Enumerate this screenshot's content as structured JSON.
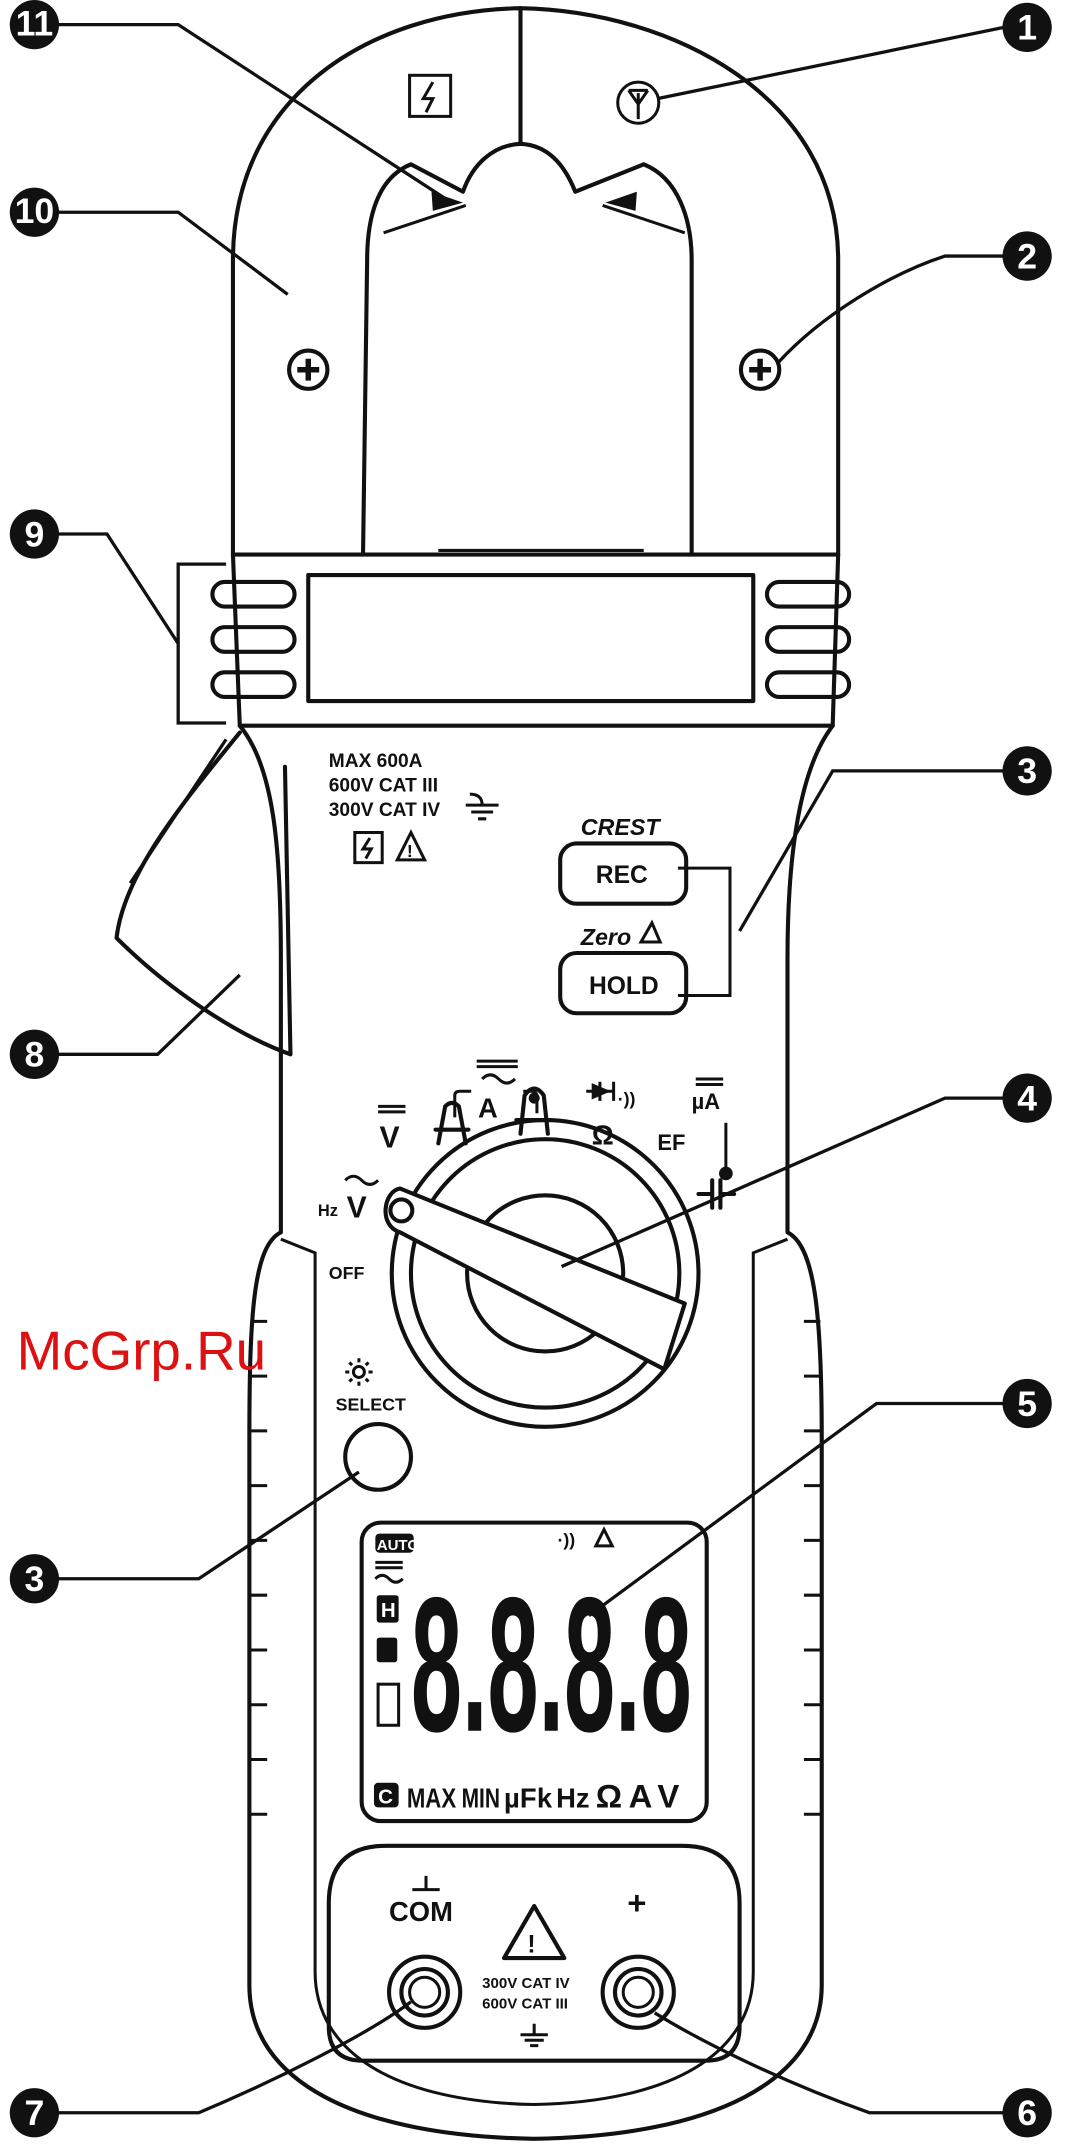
{
  "callouts": [
    "1",
    "2",
    "3",
    "4",
    "5",
    "6",
    "7",
    "8",
    "9",
    "10",
    "11",
    "3"
  ],
  "ratings": {
    "line1": "MAX 600A",
    "line2": "600V CAT III",
    "line3": "300V CAT IV"
  },
  "buttons": {
    "rec_top_label": "CREST",
    "rec": "REC",
    "hold_top_label": "Zero",
    "hold": "HOLD",
    "select": "SELECT"
  },
  "dial": {
    "amps": "A",
    "ohm": "Ω",
    "micro_amps": "µA",
    "ef": "EF",
    "volts_dc": "V",
    "volts_ac": "V",
    "hz": "Hz",
    "off": "OFF"
  },
  "lcd": {
    "auto": "AUTO",
    "hold_flag": "H",
    "digits": "8.8.8.8",
    "c_flag": "C",
    "units": [
      "MAX",
      "MIN",
      "µF",
      "k",
      "Hz",
      "Ω",
      "A",
      "V"
    ]
  },
  "jacks": {
    "com": "COM",
    "plus": "+",
    "rating1": "300V CAT IV",
    "rating2": "600V CAT III"
  },
  "watermark": "McGrp.Ru"
}
